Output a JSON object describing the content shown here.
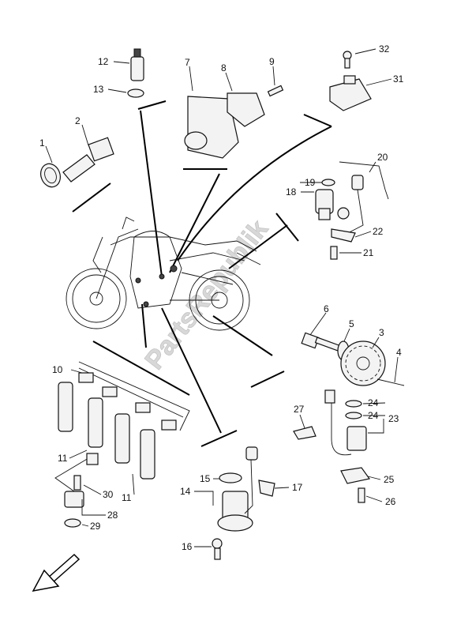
{
  "diagram": {
    "watermark": "PartsRepublik",
    "callouts": [
      "1",
      "2",
      "3",
      "4",
      "5",
      "6",
      "7",
      "8",
      "9",
      "10",
      "11",
      "11",
      "12",
      "13",
      "14",
      "15",
      "16",
      "17",
      "18",
      "19",
      "20",
      "21",
      "22",
      "23",
      "24",
      "24",
      "25",
      "26",
      "27",
      "28",
      "29",
      "30",
      "31",
      "32"
    ]
  }
}
